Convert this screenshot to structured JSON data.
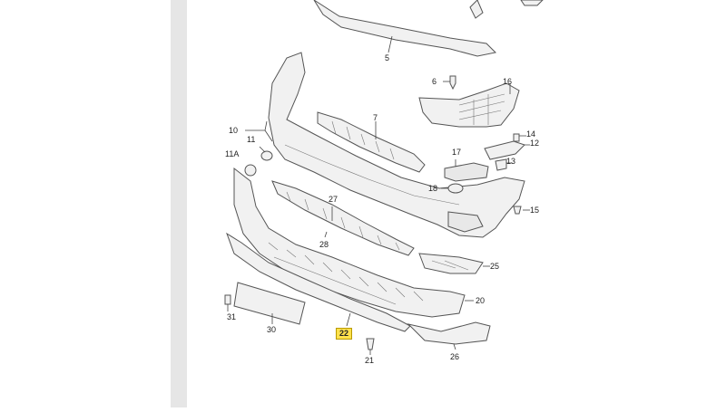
{
  "callouts": [
    {
      "id": "c5",
      "text": "5"
    },
    {
      "id": "c6",
      "text": "6"
    },
    {
      "id": "c7",
      "text": "7"
    },
    {
      "id": "c10",
      "text": "10"
    },
    {
      "id": "c11",
      "text": "11"
    },
    {
      "id": "c11a",
      "text": "11A"
    },
    {
      "id": "c12",
      "text": "12"
    },
    {
      "id": "c13",
      "text": "13"
    },
    {
      "id": "c14",
      "text": "14"
    },
    {
      "id": "c15",
      "text": "15"
    },
    {
      "id": "c16",
      "text": "16"
    },
    {
      "id": "c17",
      "text": "17"
    },
    {
      "id": "c18",
      "text": "18"
    },
    {
      "id": "c20",
      "text": "20"
    },
    {
      "id": "c21",
      "text": "21"
    },
    {
      "id": "c22",
      "text": "22"
    },
    {
      "id": "c25",
      "text": "25"
    },
    {
      "id": "c26",
      "text": "26"
    },
    {
      "id": "c27",
      "text": "27"
    },
    {
      "id": "c28",
      "text": "28"
    },
    {
      "id": "c30",
      "text": "30"
    },
    {
      "id": "c31",
      "text": "31"
    }
  ],
  "colors": {
    "sidebar": "#e6e6e6",
    "highlight": "#ffe14d",
    "line": "#555555"
  }
}
